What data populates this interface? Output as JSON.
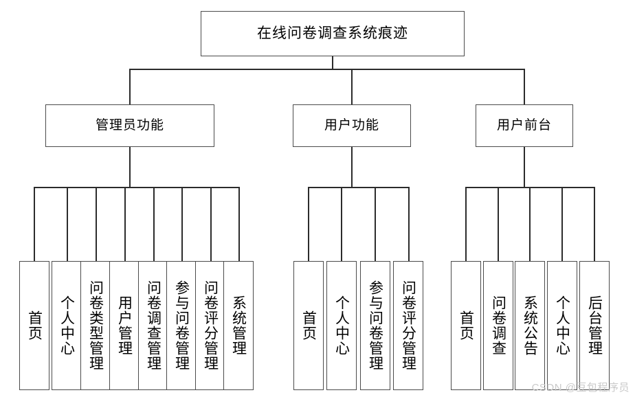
{
  "diagram": {
    "type": "tree",
    "root": {
      "label": "在线问卷调查系统痕迹"
    },
    "branches": [
      {
        "label": "管理员功能",
        "leaves": [
          {
            "label": "首页"
          },
          {
            "label": "个人中心"
          },
          {
            "label": "问卷类型管理"
          },
          {
            "label": "用户管理"
          },
          {
            "label": "问卷调查管理"
          },
          {
            "label": "参与问卷管理"
          },
          {
            "label": "问卷评分管理"
          },
          {
            "label": "系统管理"
          }
        ]
      },
      {
        "label": "用户功能",
        "leaves": [
          {
            "label": "首页"
          },
          {
            "label": "个人中心"
          },
          {
            "label": "参与问卷管理"
          },
          {
            "label": "问卷评分管理"
          }
        ]
      },
      {
        "label": "用户前台",
        "leaves": [
          {
            "label": "首页"
          },
          {
            "label": "问卷调查"
          },
          {
            "label": "系统公告"
          },
          {
            "label": "个人中心"
          },
          {
            "label": "后台管理"
          }
        ]
      }
    ]
  },
  "watermark": {
    "text": "CSDN @豆包程序员"
  },
  "colors": {
    "box_border": "#4a4a4a",
    "connector": "#2b2b2b",
    "background": "#ffffff",
    "text": "#000000",
    "watermark": "#c9c9c9"
  }
}
